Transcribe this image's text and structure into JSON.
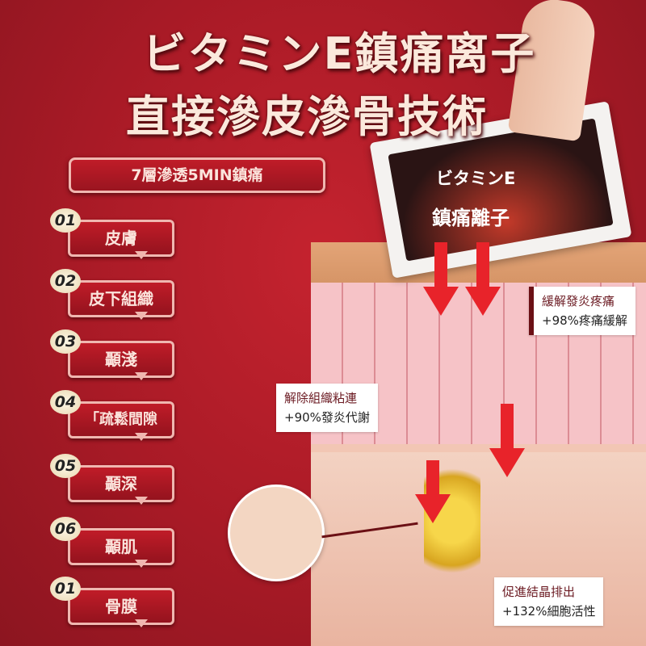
{
  "title": {
    "line1": "ビタミンE鎮痛离子",
    "line2": "直接滲皮滲骨技術"
  },
  "banner": "7層滲透5MIN鎮痛",
  "layers": [
    {
      "num": "01",
      "label": "皮膚"
    },
    {
      "num": "02",
      "label": "皮下組織"
    },
    {
      "num": "03",
      "label": "顳淺"
    },
    {
      "num": "04",
      "label": "「疏鬆間隙"
    },
    {
      "num": "05",
      "label": "顳深"
    },
    {
      "num": "06",
      "label": "顳肌"
    },
    {
      "num": "01",
      "label": "骨膜"
    }
  ],
  "patch": {
    "line1": "ビタミンE",
    "line2": "鎮痛離子"
  },
  "callouts": [
    {
      "line1": "緩解發炎疼痛",
      "line2": "+98%疼痛緩解"
    },
    {
      "line1": "解除組織粘連",
      "line2": "+90%發炎代謝"
    },
    {
      "line1": "促進結晶排出",
      "line2": "+132%細胞活性"
    }
  ]
}
